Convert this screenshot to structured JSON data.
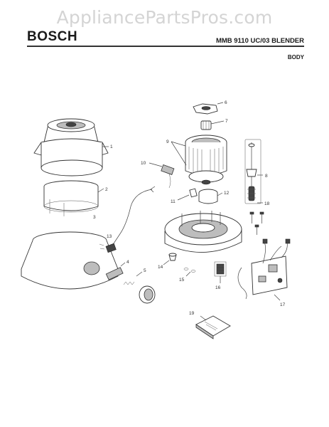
{
  "watermark": "AppliancePartsPros.com",
  "header": {
    "brand": "BOSCH",
    "model": "MMB 9110 UC/03 BLENDER",
    "section": "BODY"
  },
  "callouts": [
    "1",
    "2",
    "3",
    "4",
    "5",
    "6",
    "7",
    "8",
    "9",
    "10",
    "11",
    "12",
    "13",
    "14",
    "15",
    "16",
    "17",
    "18",
    "19"
  ]
}
